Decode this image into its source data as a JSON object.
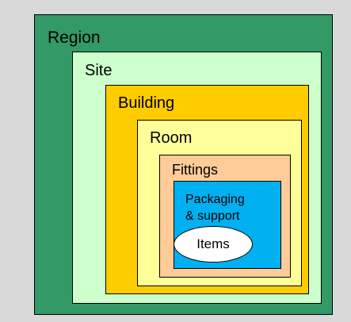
{
  "levels": {
    "region": {
      "label": "Region",
      "color": "#339966"
    },
    "site": {
      "label": "Site",
      "color": "#ccffcc"
    },
    "building": {
      "label": "Building",
      "color": "#ffcc00"
    },
    "room": {
      "label": "Room",
      "color": "#ffff99"
    },
    "fittings": {
      "label": "Fittings",
      "color": "#ffcc99"
    },
    "packaging": {
      "label_line1": "Packaging",
      "label_line2": "& support",
      "color": "#00b0f0"
    },
    "items": {
      "label": "Items",
      "color": "#ffffff"
    }
  }
}
